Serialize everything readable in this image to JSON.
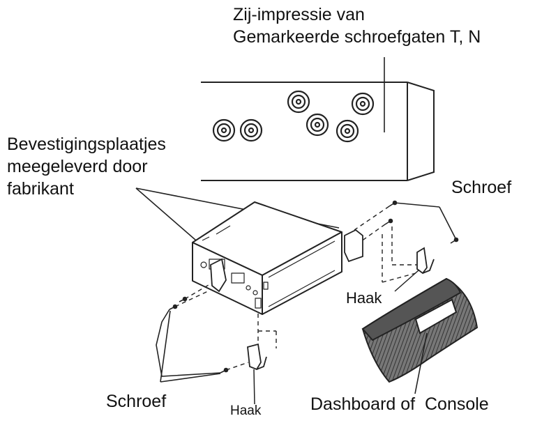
{
  "labels": {
    "side_view_line1": "Zij-impressie van",
    "side_view_line2": "Gemarkeerde schroefgaten T, N",
    "plates_line1": "Bevestigingsplaatjes",
    "plates_line2": "meegeleverd door",
    "plates_line3": "fabrikant",
    "screw_right": "Schroef",
    "hook_right": "Haak",
    "screw_left": "Schroef",
    "hook_bottom": "Haak",
    "dashboard": "Dashboard of  Console"
  },
  "colors": {
    "line": "#222222",
    "text": "#111111",
    "background": "#ffffff"
  }
}
